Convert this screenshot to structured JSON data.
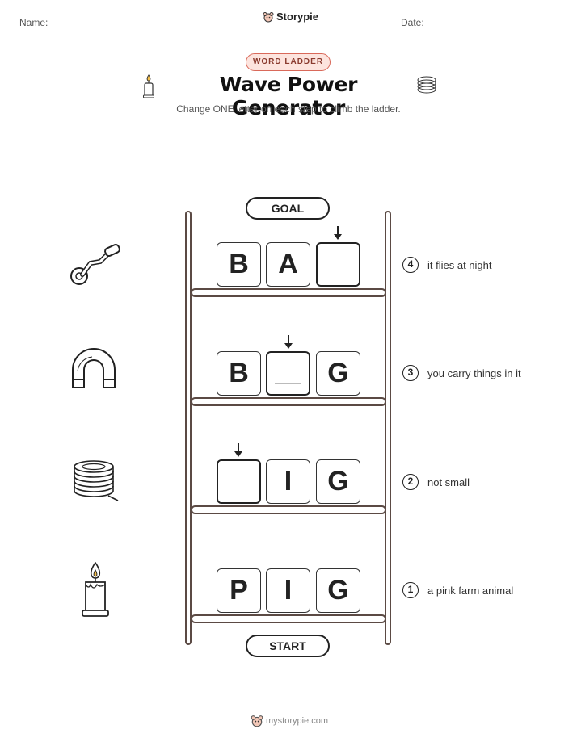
{
  "header": {
    "name_label": "Name:",
    "date_label": "Date:",
    "brand": "Storypie"
  },
  "badge": "WORD LADDER",
  "title": "Wave Power Generator",
  "subtitle": "Change ONE letter on each step to climb the ladder.",
  "goal_label": "GOAL",
  "start_label": "START",
  "rows": [
    {
      "number": "4",
      "clue": "it flies at night",
      "letters": [
        "B",
        "A",
        ""
      ],
      "icon": "crank-icon"
    },
    {
      "number": "3",
      "clue": "you carry things in it",
      "letters": [
        "B",
        "",
        "G"
      ],
      "icon": "magnet-icon"
    },
    {
      "number": "2",
      "clue": "not small",
      "letters": [
        "",
        "I",
        "G"
      ],
      "icon": "coil-icon"
    },
    {
      "number": "1",
      "clue": "a pink farm animal",
      "letters": [
        "P",
        "I",
        "G"
      ],
      "icon": "candle-icon"
    }
  ],
  "footer": "mystorypie.com",
  "colors": {
    "badge_bg": "#fde4de",
    "badge_border": "#d9695a",
    "rail": "#5b4a44"
  }
}
